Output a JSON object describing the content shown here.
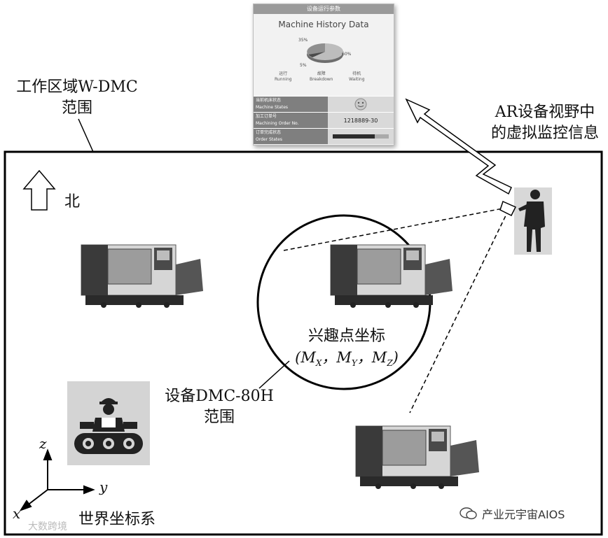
{
  "panel": {
    "header": "设备运行参数",
    "title": "Machine History Data",
    "pie_labels": [
      "35%",
      "60%",
      "5%"
    ],
    "legend": [
      {
        "cn": "运行",
        "en": "Running"
      },
      {
        "cn": "故障",
        "en": "Breakdown"
      },
      {
        "cn": "待机",
        "en": "Waiting"
      }
    ],
    "rows": [
      {
        "cn": "当前机床状态",
        "en": "Machine States",
        "value": ""
      },
      {
        "cn": "加工订单号",
        "en": "Machining Order No.",
        "value": "1218889-30"
      },
      {
        "cn": "订单完成状态",
        "en": "Order States",
        "value": ""
      }
    ],
    "order_progress": 0.75
  },
  "labels": {
    "work_area_line1": "工作区域W-DMC",
    "work_area_line2": "范围",
    "ar_line1": "AR设备视野中",
    "ar_line2": "的虚拟监控信息",
    "north": "北",
    "poi_title": "兴趣点坐标",
    "poi_coords_prefix": "(M",
    "poi_sub_x": "X",
    "poi_sep1": "，M",
    "poi_sub_y": "Y",
    "poi_sep2": "，M",
    "poi_sub_z": "Z",
    "poi_suffix": ")",
    "device_line1": "设备DMC-80H",
    "device_line2": "范围",
    "axis_z": "z",
    "axis_y": "y",
    "axis_x": "x",
    "world_frame": "世界坐标系",
    "watermark_right": "产业元宇宙AIOS",
    "watermark_left": "大数跨境"
  },
  "icons": [
    "north-arrow-icon",
    "worker-conveyor-icon",
    "ar-user-icon",
    "ar-view-arrow-icon",
    "wechat-icon"
  ]
}
